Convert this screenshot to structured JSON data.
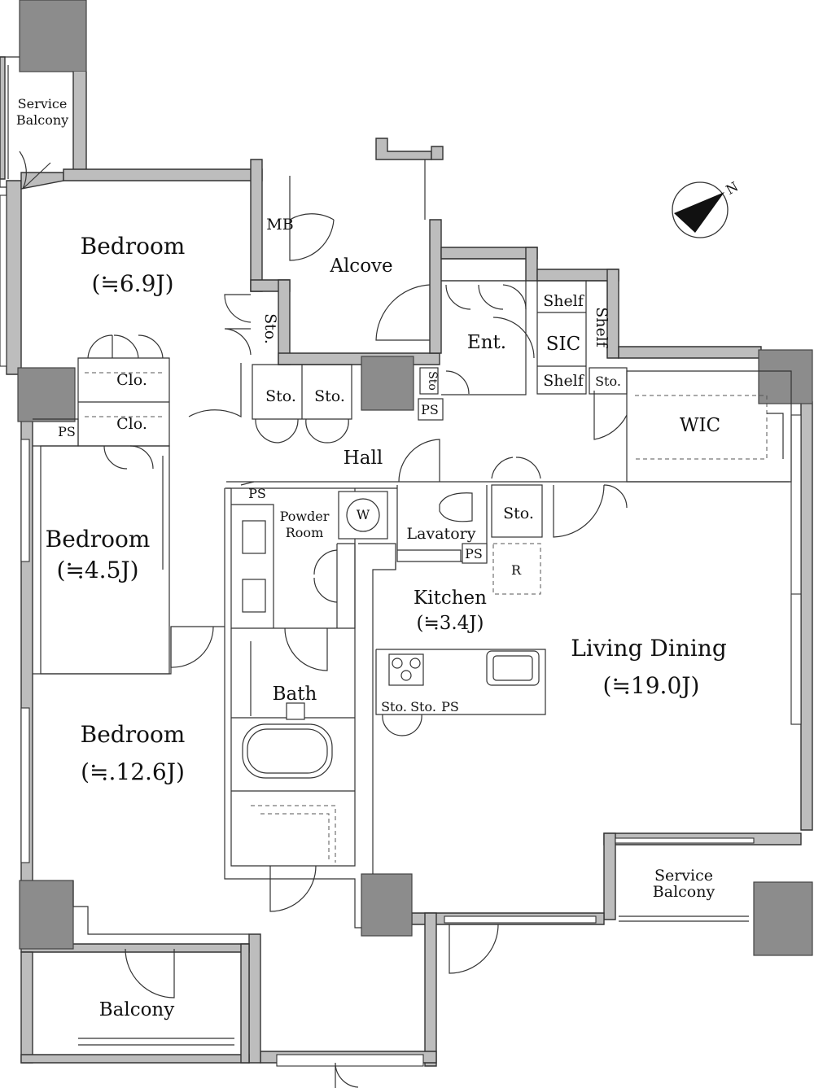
{
  "rooms": {
    "service_balcony_top": [
      "Service",
      "Balcony"
    ],
    "bedroom1": {
      "name": "Bedroom",
      "area": "(≒6.9J)"
    },
    "mb": "MB",
    "alcove": "Alcove",
    "sto_vertical": "Sto.",
    "ent": "Ent.",
    "shelf_top": "Shelf",
    "sic": "SIC",
    "shelf_side": "Shelf",
    "shelf_bottom": "Shelf",
    "sto_small": "Sto",
    "sto_wic": "Sto.",
    "wic": "WIC",
    "clo1": "Clo.",
    "clo2": "Clo.",
    "ps_left": "PS",
    "sto_hall1": "Sto.",
    "sto_hall2": "Sto.",
    "ps_ent": "PS",
    "hall": "Hall",
    "ps_powder": "PS",
    "powder_room": [
      "Powder",
      "Room"
    ],
    "w": "W",
    "lavatory": "Lavatory",
    "ps_lav": "PS",
    "sto_lav": "Sto.",
    "r": "R",
    "bedroom2": {
      "name": "Bedroom",
      "area": "(≒4.5J)"
    },
    "kitchen": {
      "name": "Kitchen",
      "area": "(≒3.4J)"
    },
    "living": {
      "name": "Living Dining",
      "area": "(≒19.0J)"
    },
    "bath": "Bath",
    "sto_k1": "Sto.",
    "sto_k2": "Sto.",
    "ps_k": "PS",
    "bedroom3": {
      "name": "Bedroom",
      "area": "(≒.12.6J)"
    },
    "service_balcony_right": [
      "Service",
      "Balcony"
    ],
    "balcony": "Balcony"
  },
  "compass": {
    "label": "N"
  }
}
